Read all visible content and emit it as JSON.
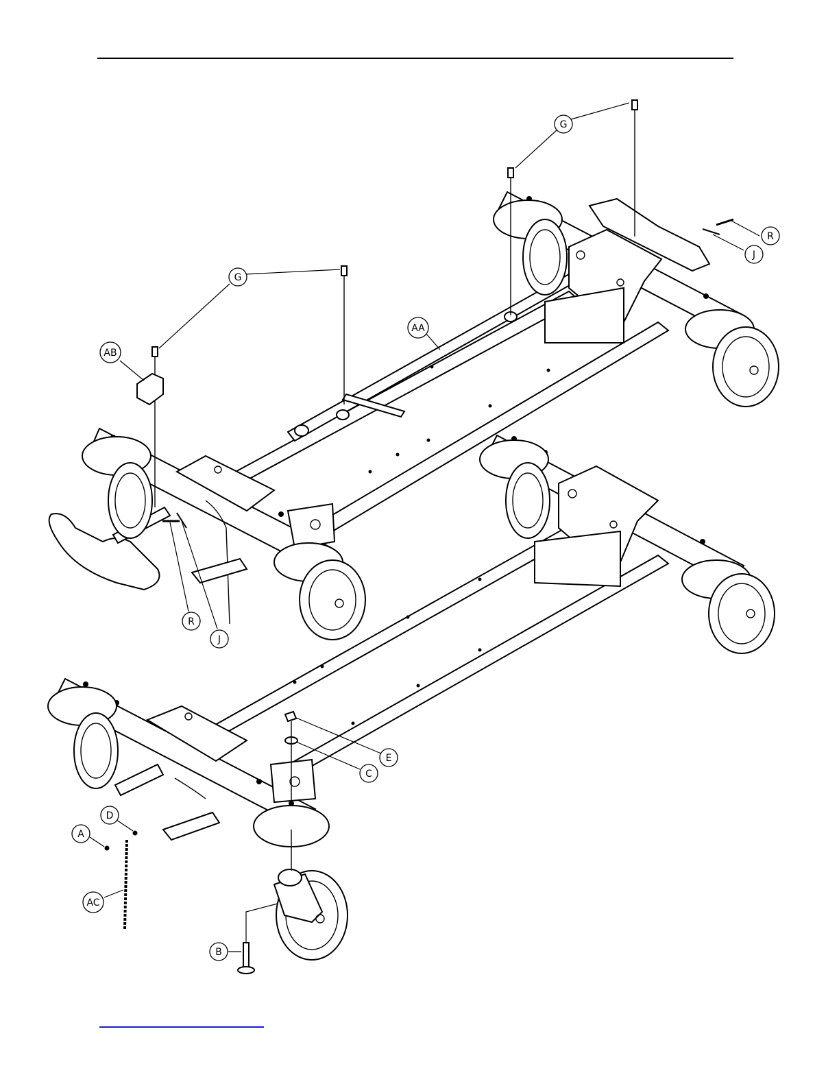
{
  "colors": {
    "ink": "#000000",
    "paper": "#ffffff",
    "link_underline": "#1a1ad6"
  },
  "callouts": [
    {
      "id": "g1",
      "label": "G"
    },
    {
      "id": "g2",
      "label": "G"
    },
    {
      "id": "r1",
      "label": "R"
    },
    {
      "id": "j1",
      "label": "J"
    },
    {
      "id": "aa",
      "label": "AA"
    },
    {
      "id": "ab",
      "label": "AB"
    },
    {
      "id": "r2",
      "label": "R"
    },
    {
      "id": "j2",
      "label": "J"
    },
    {
      "id": "e",
      "label": "E"
    },
    {
      "id": "c",
      "label": "C"
    },
    {
      "id": "d",
      "label": "D"
    },
    {
      "id": "a",
      "label": "A"
    },
    {
      "id": "ac",
      "label": "AC"
    },
    {
      "id": "b",
      "label": "B"
    }
  ]
}
